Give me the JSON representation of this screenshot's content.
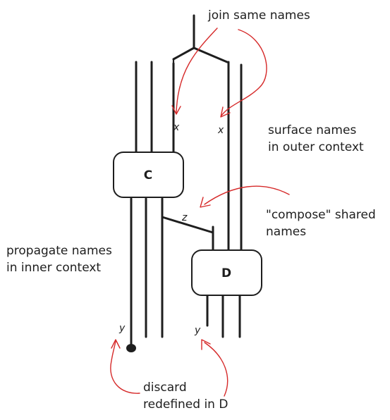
{
  "annotations": {
    "join": "join same names",
    "surface_line1": "surface names",
    "surface_line2": "in outer context",
    "compose_line1": "\"compose\" shared",
    "compose_line2": "names",
    "propagate_line1": "propagate names",
    "propagate_line2": "in inner context",
    "discard_line1": "discard",
    "discard_line2": "redefined in D"
  },
  "boxes": {
    "c": "C",
    "d": "D"
  },
  "variables": {
    "x_left": "x",
    "x_right": "x",
    "z": "z",
    "y_left": "y",
    "y_right": "y"
  },
  "colors": {
    "ink": "#1e1e1e",
    "accent_arrow": "#d62a2a"
  }
}
